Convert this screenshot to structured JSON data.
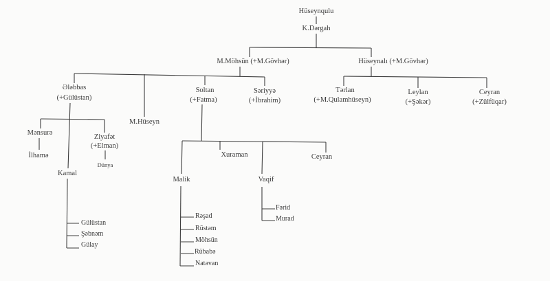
{
  "tree": {
    "root": "Hüseynqulu",
    "gen1": "K.Dərgah",
    "gen2": {
      "left": "M.Möhsün (+M.Gövhər)",
      "right": "Hüseynalı (+M.Gövhər)"
    },
    "mohsun_children": {
      "alabbas": {
        "name": "Ələbbas",
        "spouse": "(+Gülüstan)"
      },
      "mhuseyn": {
        "name": "M.Hüseyn"
      },
      "soltan": {
        "name": "Soltan",
        "spouse": "(+Fatma)"
      },
      "seriyye": {
        "name": "Səriyyə",
        "spouse": "(+İbrahim)"
      }
    },
    "huseynali_children": {
      "terlan": {
        "name": "Tərlan",
        "spouse": "(+M.Qulamhüseyn)"
      },
      "leylan": {
        "name": "Leylan",
        "spouse": "(+Şəkər)"
      },
      "ceyran": {
        "name": "Ceyran",
        "spouse": "(+Zülfüqar)"
      }
    },
    "alabbas_children": {
      "mensure": "Mənsurə",
      "ilhame": "İlhamə",
      "ziyafet": "Ziyafət",
      "ziyafet_spouse": "(+Elman)",
      "dunya": "Dünya",
      "kamal": "Kamal",
      "kamal_children": [
        "Gülüstan",
        "Şəbnəm",
        "Gülay"
      ]
    },
    "soltan_children": {
      "malik": "Malik",
      "xuraman": "Xuraman",
      "vaqif": "Vaqif",
      "ceyran": "Ceyran",
      "malik_children": [
        "Rəşad",
        "Rüstəm",
        "Möhsün",
        "Rübabə",
        "Natəvan"
      ],
      "vaqif_children": [
        "Fərid",
        "Murad"
      ]
    }
  }
}
